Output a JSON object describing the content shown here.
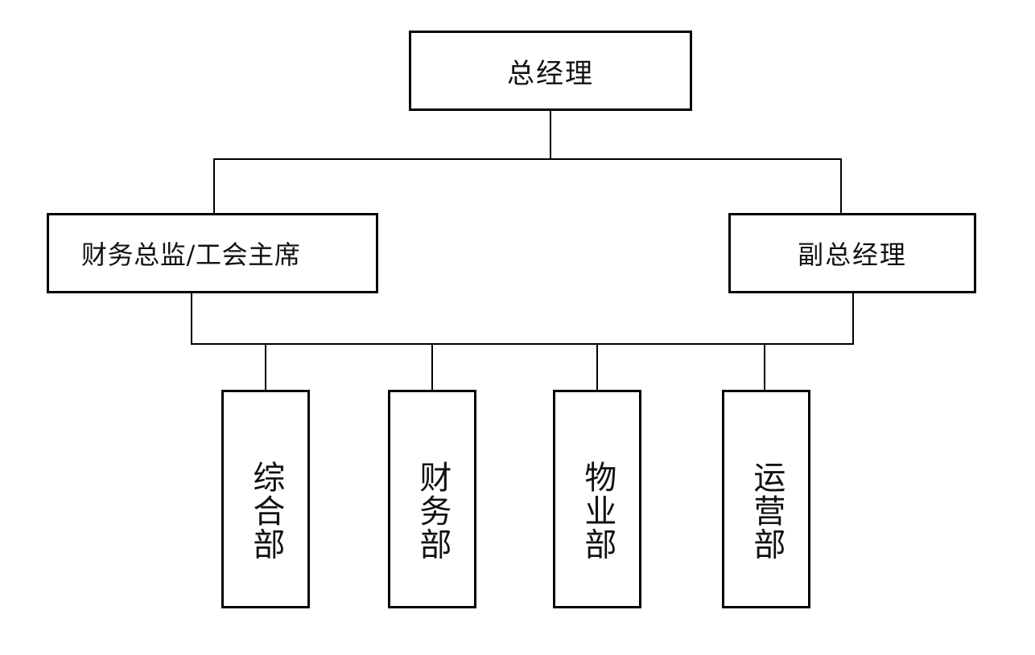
{
  "chart_data": {
    "type": "diagram",
    "diagram_type": "organization-chart",
    "title": "",
    "orientation": "top-down",
    "background_color": "#ffffff",
    "line_color": "#000000",
    "box_border_color": "#000000",
    "text_color": "#111111",
    "levels": 3,
    "nodes": [
      {
        "id": "gm",
        "label": "总经理",
        "level": 1,
        "text_direction": "horizontal"
      },
      {
        "id": "cfo",
        "label": "财务总监/工会主席",
        "level": 2,
        "text_direction": "horizontal"
      },
      {
        "id": "deputy_gm",
        "label": "副总经理",
        "level": 2,
        "text_direction": "horizontal"
      },
      {
        "id": "dept_general",
        "label": "综合部",
        "level": 3,
        "text_direction": "vertical"
      },
      {
        "id": "dept_finance",
        "label": "财务部",
        "level": 3,
        "text_direction": "vertical"
      },
      {
        "id": "dept_property",
        "label": "物业部",
        "level": 3,
        "text_direction": "vertical"
      },
      {
        "id": "dept_operations",
        "label": "运营部",
        "level": 3,
        "text_direction": "vertical"
      }
    ],
    "edges": [
      {
        "from": "gm",
        "to": "cfo"
      },
      {
        "from": "gm",
        "to": "deputy_gm"
      },
      {
        "from": "cfo",
        "to": "dept_general"
      },
      {
        "from": "cfo",
        "to": "dept_finance"
      },
      {
        "from": "cfo",
        "to": "dept_property"
      },
      {
        "from": "cfo",
        "to": "dept_operations"
      },
      {
        "from": "deputy_gm",
        "to": "dept_general"
      },
      {
        "from": "deputy_gm",
        "to": "dept_finance"
      },
      {
        "from": "deputy_gm",
        "to": "dept_property"
      },
      {
        "from": "deputy_gm",
        "to": "dept_operations"
      }
    ]
  },
  "chart": {
    "top": {
      "general_manager": "总经理"
    },
    "middle": {
      "finance_director": "财务总监/工会主席",
      "deputy_general_manager": "副总经理"
    },
    "departments": [
      {
        "label": "综合部"
      },
      {
        "label": "财务部"
      },
      {
        "label": "物业部"
      },
      {
        "label": "运营部"
      }
    ]
  }
}
